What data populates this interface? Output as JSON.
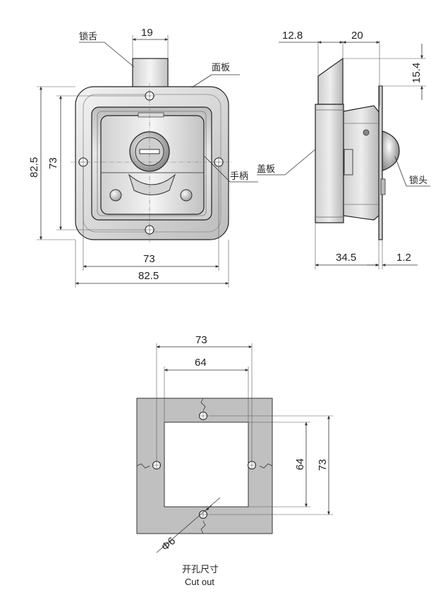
{
  "front_view": {
    "dimensions": {
      "tongue_width": "19",
      "panel_height": "82.5",
      "hole_spacing_vertical": "73",
      "hole_spacing_horizontal": "73",
      "panel_width": "82.5"
    },
    "labels": {
      "tongue": "锁舌",
      "panel": "面板",
      "handle": "手柄"
    }
  },
  "side_view": {
    "dimensions": {
      "top_offset": "12.8",
      "top_width": "20",
      "tongue_height": "15.4",
      "depth": "34.5",
      "thickness": "1.2"
    },
    "labels": {
      "cover": "盖板",
      "lock_head": "锁头"
    }
  },
  "cutout_view": {
    "dimensions": {
      "outer_width": "73",
      "inner_width": "64",
      "inner_height": "64",
      "outer_height": "73",
      "hole_dia": "Φ6"
    },
    "caption_cn": "开孔尺寸",
    "caption_en": "Cut out"
  },
  "colors": {
    "metal_light": "#e6e6e6",
    "metal_mid": "#c8c8c8",
    "metal_dark": "#9a9a9a",
    "plate_gray": "#bdbdbd",
    "line": "#222222"
  }
}
